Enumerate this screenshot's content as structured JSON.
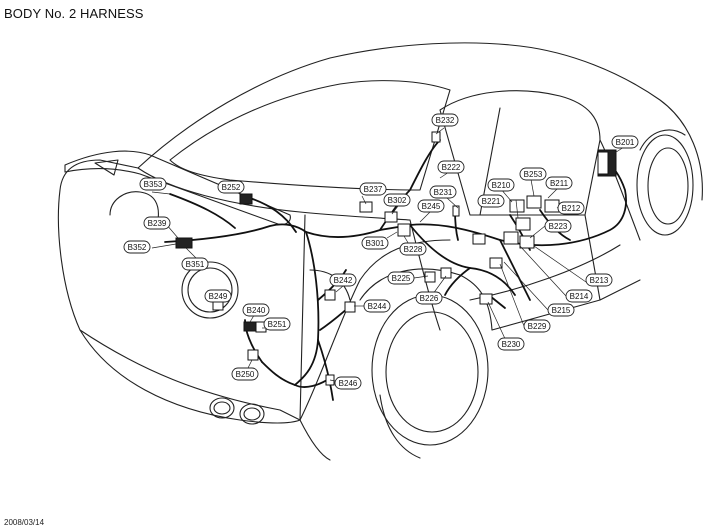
{
  "title": "BODY No. 2 HARNESS",
  "date": "2008/03/14",
  "connectors": [
    {
      "id": "B201"
    },
    {
      "id": "B210"
    },
    {
      "id": "B211"
    },
    {
      "id": "B212"
    },
    {
      "id": "B213"
    },
    {
      "id": "B214"
    },
    {
      "id": "B215"
    },
    {
      "id": "B221"
    },
    {
      "id": "B222"
    },
    {
      "id": "B223"
    },
    {
      "id": "B225"
    },
    {
      "id": "B226"
    },
    {
      "id": "B228"
    },
    {
      "id": "B229"
    },
    {
      "id": "B230"
    },
    {
      "id": "B231"
    },
    {
      "id": "B232"
    },
    {
      "id": "B237"
    },
    {
      "id": "B239"
    },
    {
      "id": "B240"
    },
    {
      "id": "B242"
    },
    {
      "id": "B244"
    },
    {
      "id": "B245"
    },
    {
      "id": "B246"
    },
    {
      "id": "B249"
    },
    {
      "id": "B250"
    },
    {
      "id": "B251"
    },
    {
      "id": "B252"
    },
    {
      "id": "B253"
    },
    {
      "id": "B301"
    },
    {
      "id": "B302"
    },
    {
      "id": "B351"
    },
    {
      "id": "B352"
    },
    {
      "id": "B353"
    }
  ]
}
